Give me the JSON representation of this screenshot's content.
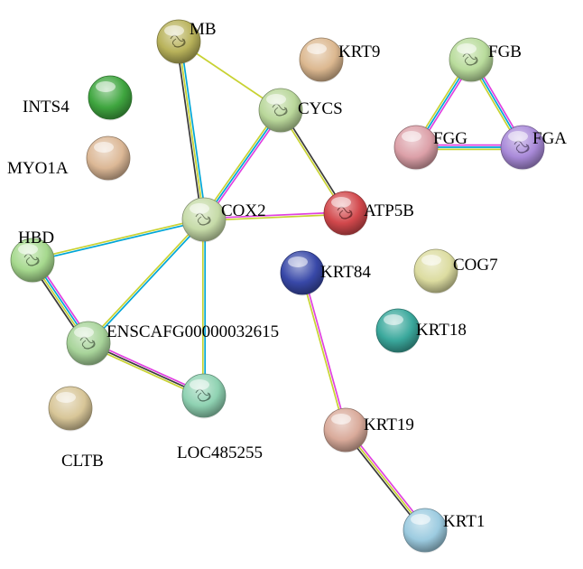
{
  "network": {
    "nodes": [
      {
        "id": "MB",
        "label": "MB",
        "color": "#b8b25a",
        "structure": true
      },
      {
        "id": "KRT9",
        "label": "KRT9",
        "color": "#dcb890",
        "structure": false
      },
      {
        "id": "FGB",
        "label": "FGB",
        "color": "#b9dc9c",
        "structure": true
      },
      {
        "id": "INTS4",
        "label": "INTS4",
        "color": "#3fa63f",
        "structure": false
      },
      {
        "id": "CYCS",
        "label": "CYCS",
        "color": "#b9d79a",
        "structure": true
      },
      {
        "id": "FGG",
        "label": "FGG",
        "color": "#dca0a8",
        "structure": false
      },
      {
        "id": "FGA",
        "label": "FGA",
        "color": "#a98ad9",
        "structure": true
      },
      {
        "id": "MYO1A",
        "label": "MYO1A",
        "color": "#dcb896",
        "structure": false
      },
      {
        "id": "COX2",
        "label": "COX2",
        "color": "#c6dba8",
        "structure": true
      },
      {
        "id": "ATP5B",
        "label": "ATP5B",
        "color": "#d2484c",
        "structure": true
      },
      {
        "id": "HBD",
        "label": "HBD",
        "color": "#a6d98e",
        "structure": true
      },
      {
        "id": "KRT84",
        "label": "KRT84",
        "color": "#3848a8",
        "structure": false
      },
      {
        "id": "COG7",
        "label": "COG7",
        "color": "#dcdca0",
        "structure": false
      },
      {
        "id": "ENSCAFG",
        "label": "ENSCAFG00000032615",
        "color": "#a8d49a",
        "structure": true
      },
      {
        "id": "KRT18",
        "label": "KRT18",
        "color": "#3aa89c",
        "structure": false
      },
      {
        "id": "CLTB",
        "label": "CLTB",
        "color": "#d8c698",
        "structure": false
      },
      {
        "id": "LOC485255",
        "label": "LOC485255",
        "color": "#8fd2b2",
        "structure": true
      },
      {
        "id": "KRT19",
        "label": "KRT19",
        "color": "#d9aa9a",
        "structure": false
      },
      {
        "id": "KRT1",
        "label": "KRT1",
        "color": "#9ccbe0",
        "structure": false
      }
    ],
    "edges": [
      {
        "source": "MB",
        "target": "COX2",
        "colors": [
          "#00a6d6",
          "#c8d232",
          "#3a3a3a"
        ]
      },
      {
        "source": "MB",
        "target": "CYCS",
        "colors": [
          "#c8d232"
        ]
      },
      {
        "source": "CYCS",
        "target": "COX2",
        "colors": [
          "#e040e0",
          "#00a6d6",
          "#c8d232"
        ]
      },
      {
        "source": "CYCS",
        "target": "ATP5B",
        "colors": [
          "#3a3a3a",
          "#c8d232"
        ]
      },
      {
        "source": "COX2",
        "target": "ATP5B",
        "colors": [
          "#e040e0",
          "#c8d232"
        ]
      },
      {
        "source": "COX2",
        "target": "HBD",
        "colors": [
          "#00a6d6",
          "#c8d232"
        ]
      },
      {
        "source": "COX2",
        "target": "ENSCAFG",
        "colors": [
          "#00a6d6",
          "#c8d232"
        ]
      },
      {
        "source": "COX2",
        "target": "LOC485255",
        "colors": [
          "#00a6d6",
          "#c8d232"
        ]
      },
      {
        "source": "HBD",
        "target": "ENSCAFG",
        "colors": [
          "#e040e0",
          "#00a6d6",
          "#c8d232",
          "#3a3a3a"
        ]
      },
      {
        "source": "ENSCAFG",
        "target": "LOC485255",
        "colors": [
          "#e040e0",
          "#3a3a3a",
          "#c8d232"
        ]
      },
      {
        "source": "FGB",
        "target": "FGG",
        "colors": [
          "#e040e0",
          "#00a6d6",
          "#c8d232"
        ]
      },
      {
        "source": "FGB",
        "target": "FGA",
        "colors": [
          "#e040e0",
          "#00a6d6",
          "#c8d232"
        ]
      },
      {
        "source": "FGG",
        "target": "FGA",
        "colors": [
          "#e040e0",
          "#00a6d6",
          "#c8d232"
        ]
      },
      {
        "source": "KRT84",
        "target": "KRT19",
        "colors": [
          "#e040e0",
          "#c8d232"
        ]
      },
      {
        "source": "KRT19",
        "target": "KRT1",
        "colors": [
          "#e040e0",
          "#c8d232",
          "#3a3a3a"
        ]
      }
    ]
  }
}
